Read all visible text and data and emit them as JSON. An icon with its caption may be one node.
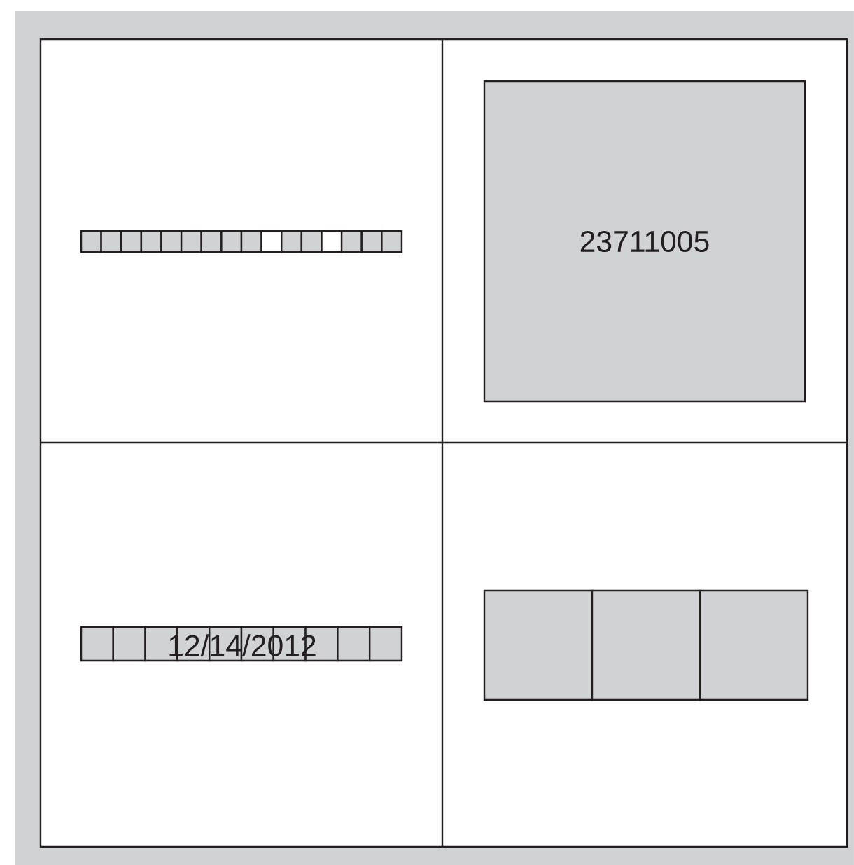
{
  "diagram": {
    "nodes": [
      {
        "text": [
          "23711005"
        ]
      },
      {
        "text": [
          "12/14/2012"
        ]
      },
      {
        "text": [],
        "shape": "box"
      },
      {
        "text": [],
        "shape": "box"
      },
      {
        "text": [],
        "shape": "box"
      }
    ]
  }
}
